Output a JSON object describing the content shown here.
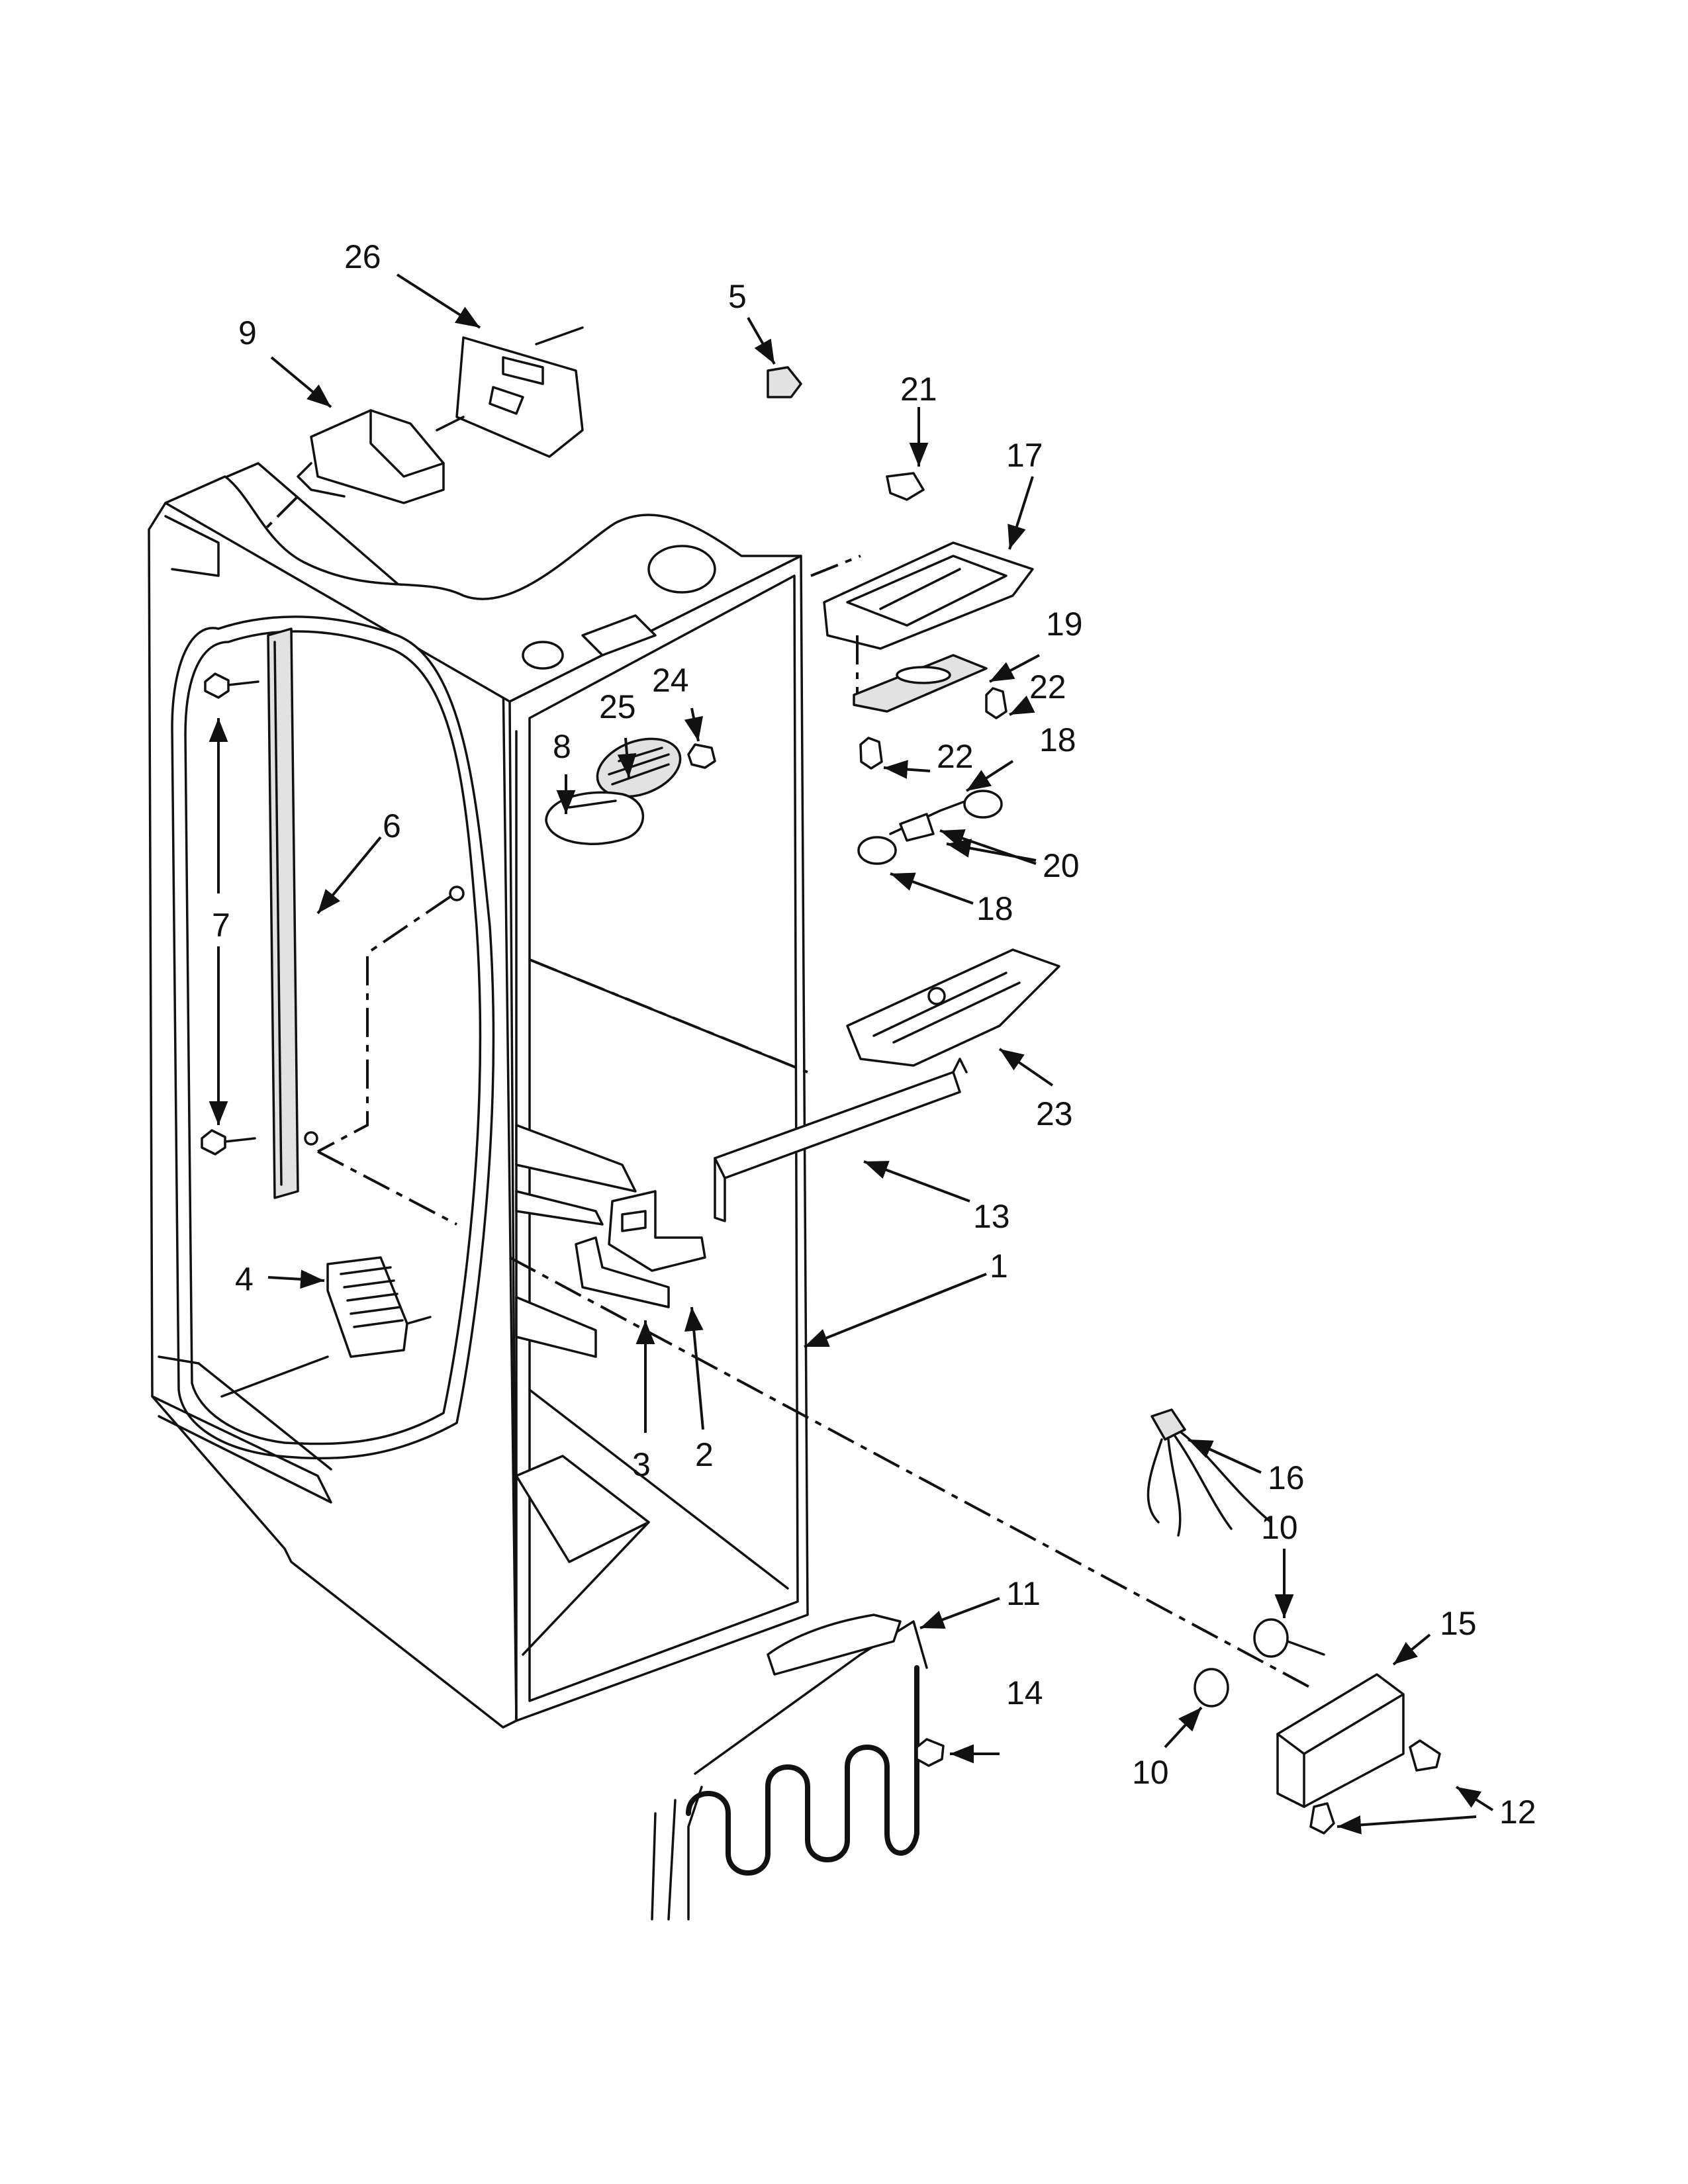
{
  "callouts": [
    {
      "id": "c1",
      "label": "1"
    },
    {
      "id": "c2",
      "label": "2"
    },
    {
      "id": "c3",
      "label": "3"
    },
    {
      "id": "c4",
      "label": "4"
    },
    {
      "id": "c5",
      "label": "5"
    },
    {
      "id": "c6",
      "label": "6"
    },
    {
      "id": "c7",
      "label": "7"
    },
    {
      "id": "c8",
      "label": "8"
    },
    {
      "id": "c9",
      "label": "9"
    },
    {
      "id": "c10a",
      "label": "10"
    },
    {
      "id": "c10b",
      "label": "10"
    },
    {
      "id": "c11",
      "label": "11"
    },
    {
      "id": "c12",
      "label": "12"
    },
    {
      "id": "c13",
      "label": "13"
    },
    {
      "id": "c14",
      "label": "14"
    },
    {
      "id": "c15",
      "label": "15"
    },
    {
      "id": "c16",
      "label": "16"
    },
    {
      "id": "c17",
      "label": "17"
    },
    {
      "id": "c18a",
      "label": "18"
    },
    {
      "id": "c18b",
      "label": "18"
    },
    {
      "id": "c19",
      "label": "19"
    },
    {
      "id": "c20",
      "label": "20"
    },
    {
      "id": "c21",
      "label": "21"
    },
    {
      "id": "c22a",
      "label": "22"
    },
    {
      "id": "c22b",
      "label": "22"
    },
    {
      "id": "c23",
      "label": "23"
    },
    {
      "id": "c24",
      "label": "24"
    },
    {
      "id": "c25",
      "label": "25"
    },
    {
      "id": "c26",
      "label": "26"
    }
  ]
}
